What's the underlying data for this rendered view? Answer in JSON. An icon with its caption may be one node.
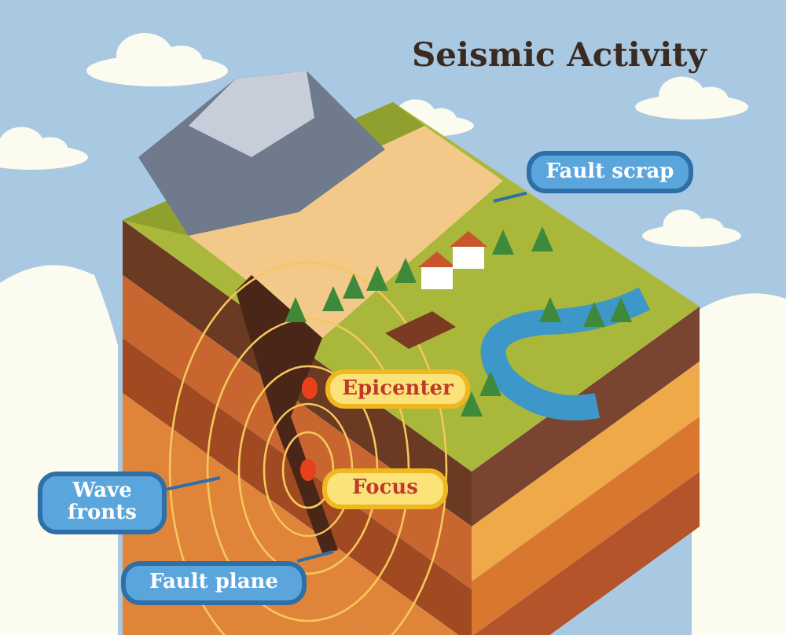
{
  "diagram": {
    "title": "Seismic Activity",
    "nodes": [
      {
        "text": [
          "Fault scrap"
        ]
      },
      {
        "text": [
          "Epicenter"
        ]
      },
      {
        "text": [
          "Focus"
        ]
      },
      {
        "text": [
          "Wave fronts"
        ]
      },
      {
        "text": [
          "Fault plane"
        ]
      }
    ],
    "edges": [
      {
        "from": 0,
        "to": null,
        "arrow": "none"
      },
      {
        "from": 3,
        "to": null,
        "arrow": "none"
      },
      {
        "from": 4,
        "to": null,
        "arrow": "none"
      }
    ]
  }
}
